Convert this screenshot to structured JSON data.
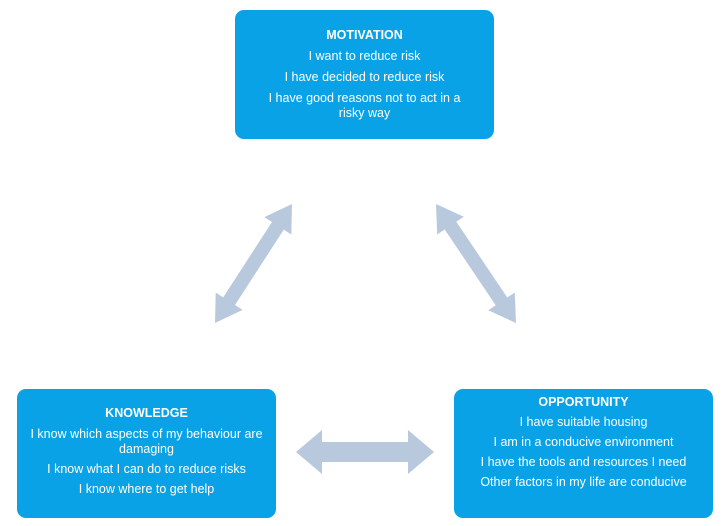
{
  "colors": {
    "box_fill": "#0aa2e6",
    "box_text": "#ffffff",
    "arrow_fill": "#b8c9de"
  },
  "motivation": {
    "title": "MOTIVATION",
    "lines": [
      "I want to reduce risk",
      "I have decided to reduce risk",
      "I have good reasons not to act in a risky way"
    ]
  },
  "knowledge": {
    "title": "KNOWLEDGE",
    "lines": [
      "I know which aspects of my behaviour are damaging",
      "I know what I can do to reduce risks",
      "I know where to get help"
    ]
  },
  "opportunity": {
    "title": "OPPORTUNITY",
    "lines": [
      "I have suitable housing",
      "I am in a conducive environment",
      "I have the tools and resources I need",
      "Other factors in my life are conducive"
    ]
  }
}
